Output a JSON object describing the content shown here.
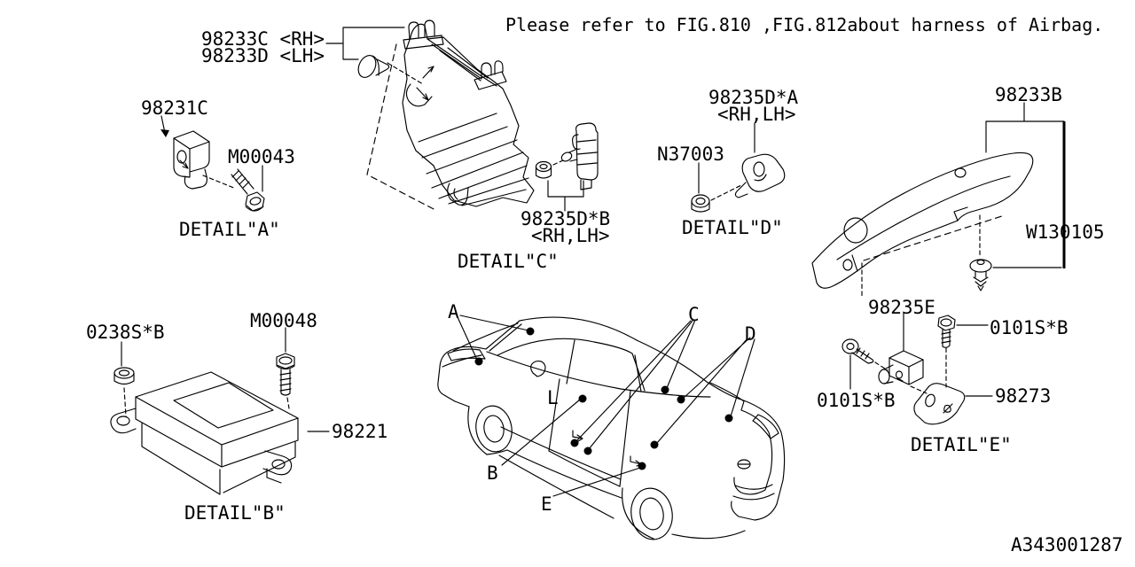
{
  "note": "Please refer to FIG.810 ,FIG.812about harness of Airbag.",
  "drawing_number": "A343001287",
  "labels": {
    "p98233c_rh": "98233C <RH>",
    "p98233d_lh": "98233D <LH>",
    "p98231c": "98231C",
    "m00043": "M00043",
    "detail_a": "DETAIL\"A\"",
    "detail_b": "DETAIL\"B\"",
    "detail_c": "DETAIL\"C\"",
    "detail_d": "DETAIL\"D\"",
    "detail_e": "DETAIL\"E\"",
    "p98235d_b": "98235D*B",
    "p98235d_b_side": "<RH,LH>",
    "p98235d_a": "98235D*A",
    "p98235d_a_side": "<RH,LH>",
    "n37003": "N37003",
    "p98233b": "98233B",
    "w130105": "W130105",
    "p98235e": "98235E",
    "p0101s_b_right": "0101S*B",
    "p0101s_b_left": "0101S*B",
    "p98273": "98273",
    "p0238s_b": "0238S*B",
    "m00048": "M00048",
    "p98221": "98221"
  },
  "car_callouts": {
    "a": "A",
    "b": "B",
    "c": "C",
    "d": "D",
    "e": "E",
    "l": "L"
  }
}
